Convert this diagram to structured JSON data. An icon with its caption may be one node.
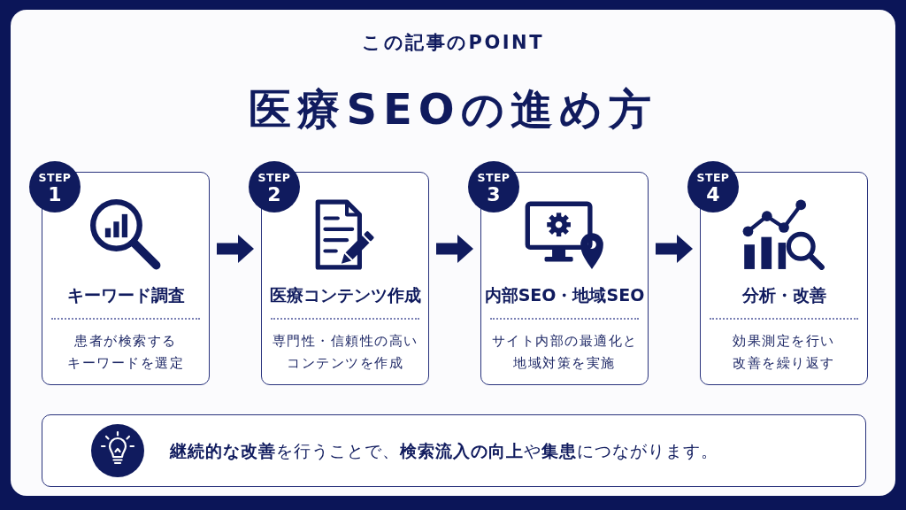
{
  "diagram": {
    "title": "医療SEOの進め方",
    "nodes": [
      {
        "text": [
          "STEP",
          "1"
        ]
      },
      {
        "text": [
          "キーワード調査",
          "患者が検索するキーワードを選定"
        ]
      },
      {
        "text": [
          "STEP",
          "2"
        ]
      },
      {
        "text": [
          "医療コンテンツ作成",
          "専門性・信頼性の高いコンテンツを作成"
        ]
      },
      {
        "text": [
          "STEP",
          "3"
        ]
      },
      {
        "text": [
          "内部SEO・地域SEO",
          "サイト内部の最適化と地域対策を実施"
        ]
      },
      {
        "text": [
          "STEP",
          "4"
        ]
      },
      {
        "text": [
          "分析・改善",
          "効果測定を行い改善を繰り返す"
        ]
      },
      {
        "text": [
          "**継続的な改善**を行うことで、**検索流入の向上**や**集患**につながります。"
        ]
      }
    ],
    "edges": [
      {
        "from": 1,
        "to": 3,
        "arrow": "to"
      },
      {
        "from": 3,
        "to": 5,
        "arrow": "to"
      },
      {
        "from": 5,
        "to": 7,
        "arrow": "to"
      }
    ],
    "labels": [
      "この記事のPOINT"
    ]
  }
}
